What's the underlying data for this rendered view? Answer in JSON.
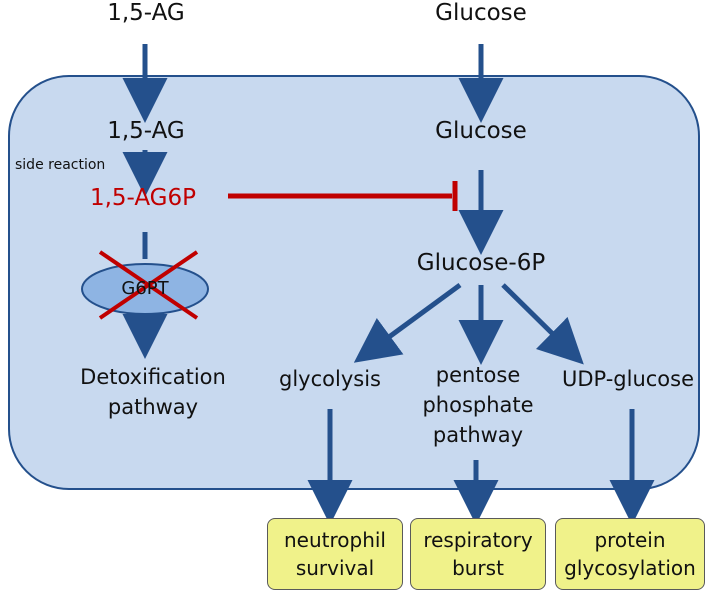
{
  "colors": {
    "cell_fill": "#c8d9ef",
    "cell_border": "#24508c",
    "arrow": "#24508c",
    "inhibition": "#c00000",
    "cross": "#c00000",
    "enzyme_fill": "#8eb4e3",
    "output_box_fill": "#f0f28a",
    "text": "#111111",
    "highlight_text": "#c00000"
  },
  "nodes": {
    "ag_outside": "1,5-AG",
    "glucose_outside": "Glucose",
    "ag_inside": "1,5-AG",
    "side_reaction": "side reaction",
    "ag6p": "1,5-AG6P",
    "glucose_inside": "Glucose",
    "g6pt": "G6PT",
    "glucose6p": "Glucose-6P",
    "detox": [
      "Detoxification",
      "pathway"
    ],
    "glycolysis": "glycolysis",
    "ppp": [
      "pentose",
      "phosphate",
      "pathway"
    ],
    "udp_glucose": "UDP-glucose"
  },
  "outputs": {
    "neutrophil": [
      "neutrophil",
      "survival"
    ],
    "respiratory": [
      "respiratory",
      "burst"
    ],
    "protein": [
      "protein",
      "glycosylation"
    ]
  },
  "icons": {
    "arrow": "arrow-down-icon",
    "inhibition": "inhibition-bar-icon",
    "cross": "cross-mark-icon"
  }
}
